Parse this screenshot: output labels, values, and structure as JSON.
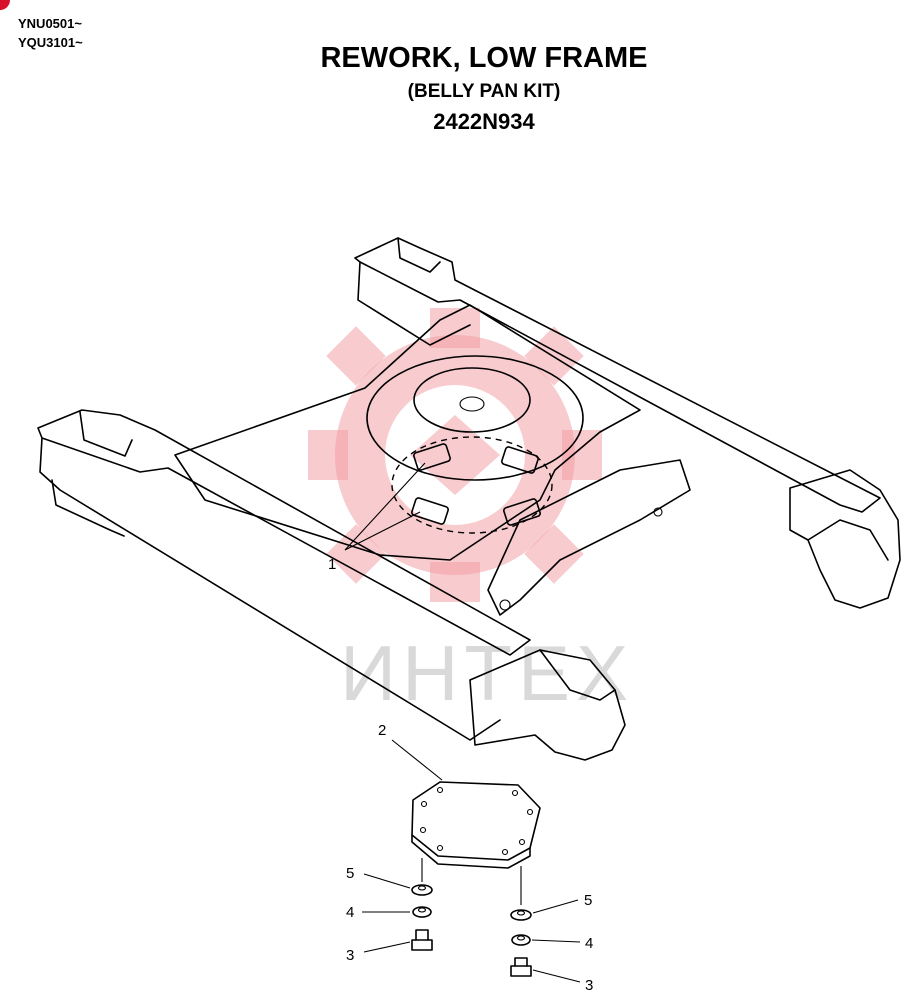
{
  "header": {
    "serial_ranges": [
      "YNU0501~",
      "YQU3101~"
    ],
    "title": "REWORK, LOW FRAME",
    "subtitle": "(BELLY PAN KIT)",
    "part_number": "2422N934"
  },
  "watermark": {
    "text": "ИНТЕХ",
    "color": "#f3a0a6"
  },
  "callouts": {
    "pad": "1",
    "belly_pan": "2",
    "bolt_left": "3",
    "bolt_right": "3",
    "washer_left": "4",
    "washer_right": "4",
    "spacer_left": "5",
    "spacer_right": "5"
  }
}
